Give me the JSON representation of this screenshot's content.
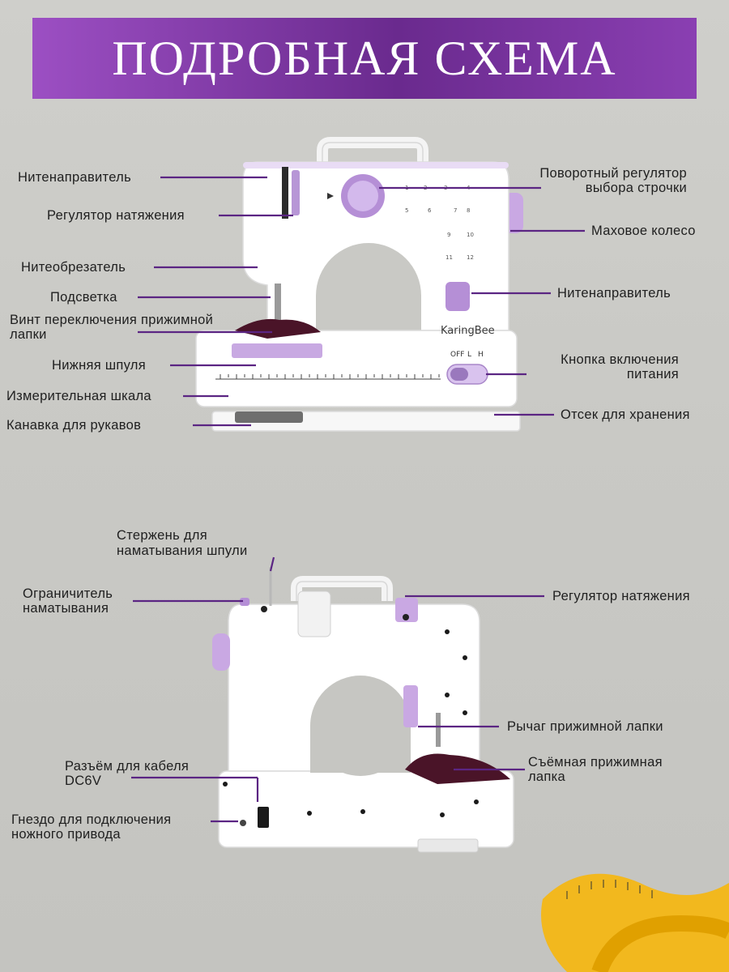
{
  "title": "ПОДРОБНАЯ СХЕМА",
  "colors": {
    "accent": "#6a2a8e",
    "lavender": "#c9a8e3",
    "machine": "#ffffff",
    "leader": "#5b2583"
  },
  "brand": "KaringBee",
  "power_switch_labels": {
    "off": "OFF",
    "low": "L",
    "high": "H"
  },
  "front_view": {
    "left_labels": [
      "Нитенаправитель",
      "Регулятор натяжения",
      "Нитеобрезатель",
      "Подсветка",
      "Винт переключения прижимной\nлапки",
      "Нижняя шпуля",
      "Измерительная шкала",
      "Канавка для рукавов"
    ],
    "right_labels": [
      "Поворотный регулятор\nвыбора строчки",
      "Маховое колесо",
      "Нитенаправитель",
      "Кнопка включения\nпитания",
      "Отсек для хранения"
    ]
  },
  "back_view": {
    "left_labels": [
      "Стержень для\nнаматывания шпули",
      "Ограничитель\nнаматывания",
      "Разъём для кабеля\nDC6V",
      "Гнездо для подключения\nножного привода"
    ],
    "right_labels": [
      "Регулятор натяжения",
      "Рычаг прижимной лапки",
      "Съёмная прижимная\nлапка"
    ]
  }
}
